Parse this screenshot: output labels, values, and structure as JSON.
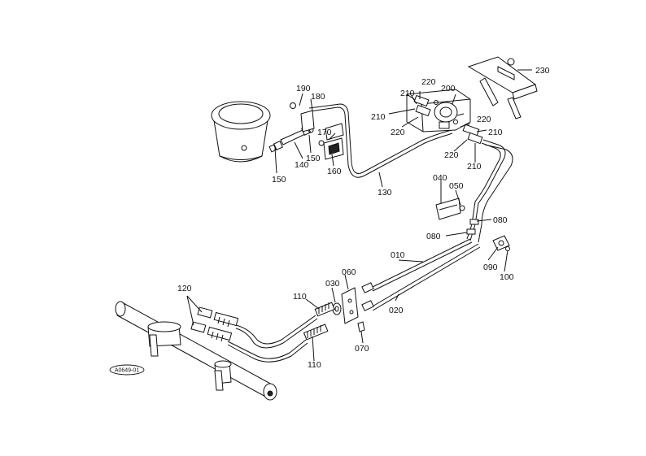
{
  "diagram": {
    "ref_code": "A0649-01",
    "labels": [
      "010",
      "020",
      "030",
      "040",
      "050",
      "060",
      "070",
      "080",
      "080",
      "090",
      "100",
      "110",
      "110",
      "120",
      "130",
      "140",
      "150",
      "150",
      "160",
      "170",
      "180",
      "190",
      "200",
      "210",
      "210",
      "210",
      "210",
      "220",
      "220",
      "220",
      "220",
      "230"
    ]
  }
}
